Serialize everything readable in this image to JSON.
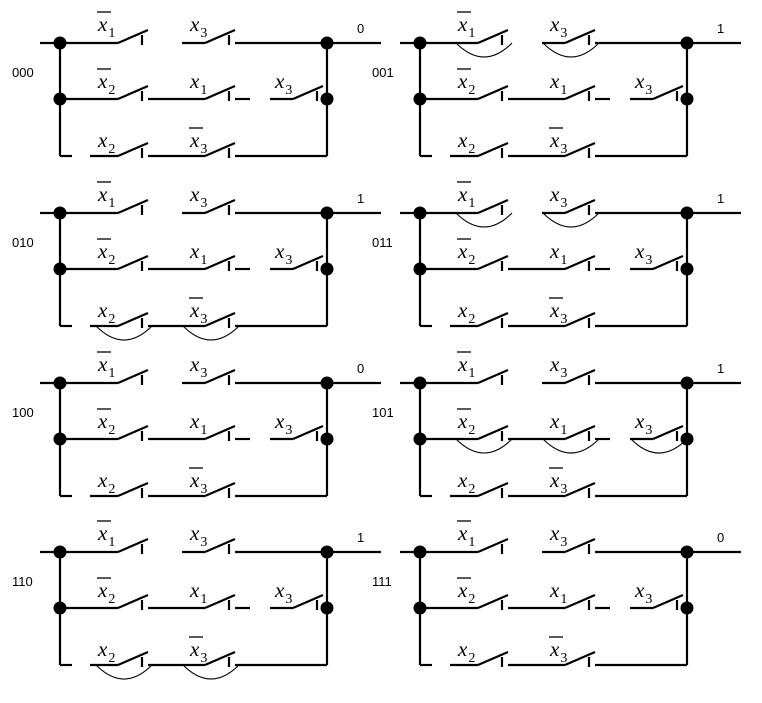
{
  "panels": [
    {
      "code": "000",
      "output": "0"
    },
    {
      "code": "001",
      "output": "1"
    },
    {
      "code": "010",
      "output": "1"
    },
    {
      "code": "011",
      "output": "1"
    },
    {
      "code": "100",
      "output": "0"
    },
    {
      "code": "101",
      "output": "1"
    },
    {
      "code": "110",
      "output": "1"
    },
    {
      "code": "111",
      "output": "0"
    }
  ],
  "rows": [
    [
      {
        "var": "x",
        "sub": "1",
        "bar": true
      },
      {
        "var": "x",
        "sub": "3",
        "bar": false
      }
    ],
    [
      {
        "var": "x",
        "sub": "2",
        "bar": true
      },
      {
        "var": "x",
        "sub": "1",
        "bar": false
      },
      {
        "var": "x",
        "sub": "3",
        "bar": false
      }
    ],
    [
      {
        "var": "x",
        "sub": "2",
        "bar": false
      },
      {
        "var": "x",
        "sub": "3",
        "bar": true
      }
    ]
  ]
}
